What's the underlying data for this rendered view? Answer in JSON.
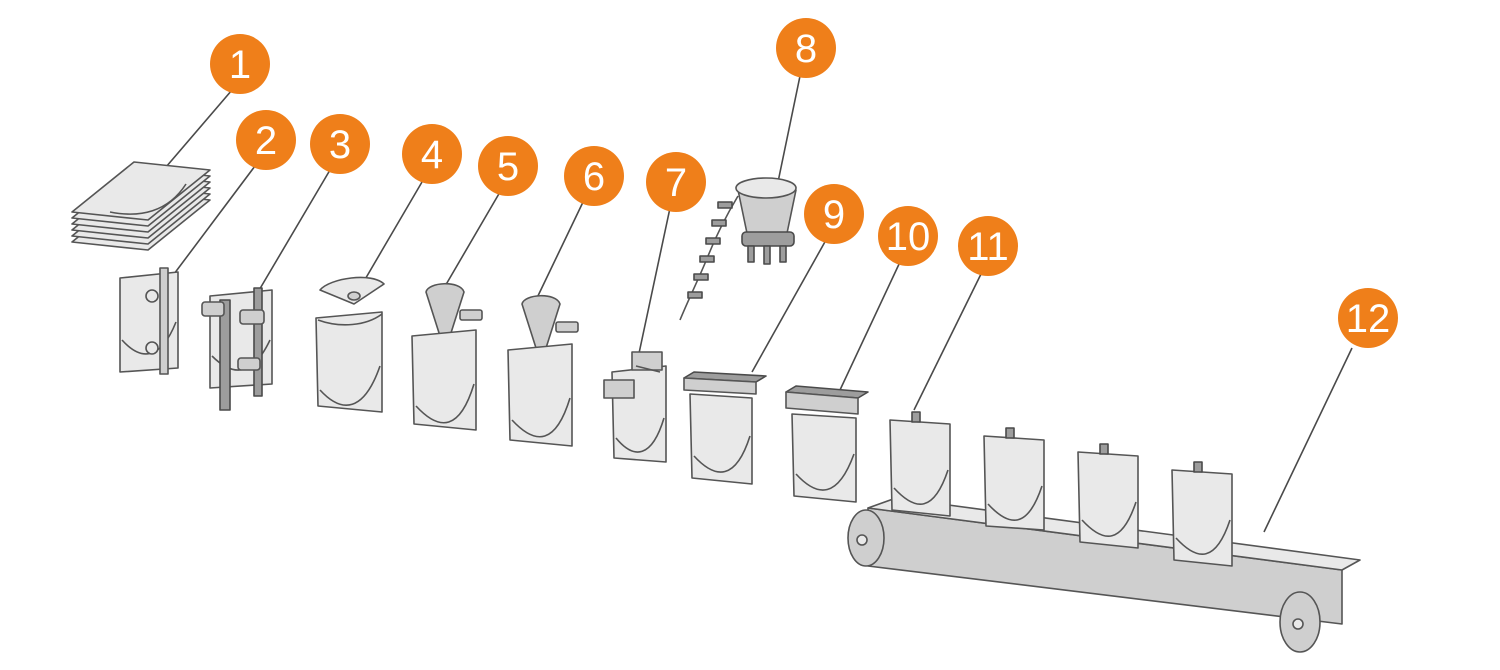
{
  "diagram": {
    "accent_color": "#ef7f1a",
    "steps": [
      {
        "label": "1",
        "icon": "pouch-stack-icon"
      },
      {
        "label": "2",
        "icon": "pouch-gripper-icon"
      },
      {
        "label": "3",
        "icon": "pouch-opener-icon"
      },
      {
        "label": "4",
        "icon": "air-funnel-icon"
      },
      {
        "label": "5",
        "icon": "filling-funnel-icon"
      },
      {
        "label": "6",
        "icon": "filling-funnel-icon"
      },
      {
        "label": "7",
        "icon": "spout-insert-icon"
      },
      {
        "label": "8",
        "icon": "spout-feeder-bowl-icon"
      },
      {
        "label": "9",
        "icon": "heat-seal-bar-icon"
      },
      {
        "label": "10",
        "icon": "cooling-seal-bar-icon"
      },
      {
        "label": "11",
        "icon": "finished-pouch-icon"
      },
      {
        "label": "12",
        "icon": "output-conveyor-icon"
      }
    ]
  }
}
